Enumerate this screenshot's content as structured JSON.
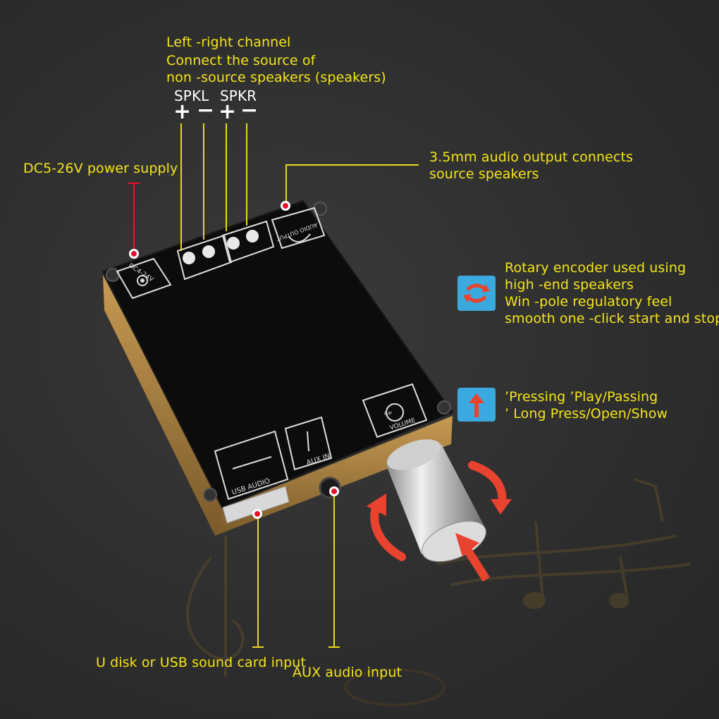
{
  "labels": {
    "speaker_lines": [
      "Left -right channel",
      "Connect the source of",
      "non -source speakers (speakers)"
    ],
    "spkl": "SPKL",
    "spkr": "SPKR",
    "plus": "+",
    "minus": "−",
    "power": "DC5-26V power supply",
    "audio_out_lines": [
      "3.5mm audio output connects",
      "source speakers"
    ],
    "encoder_lines": [
      "Rotary encoder used using",
      "high -end speakers",
      "Win -pole regulatory feel",
      "smooth one -click start and stop"
    ],
    "press_lines": [
      "’Pressing ’Play/Passing",
      "’ Long Press/Open/Show"
    ],
    "usb_input": "U disk or USB sound card input",
    "aux_input": "AUX audio input"
  },
  "board": {
    "power_jack": "DC4-24V",
    "audio_output": "AUDIO OUTPUT",
    "usb_audio": "USB AUDIO",
    "aux_in": "AUX IN",
    "volume": "VOLUME",
    "pp": "P/P"
  },
  "colors": {
    "label": "#f5e51a",
    "lead_line": "#e8d81a",
    "power_line": "#e8112d",
    "dot": "#e8112d",
    "icon_bg": "#3aa9e0",
    "arrow": "#e8432f",
    "background": "#2e2e2e"
  },
  "icons": [
    "rotate-arrows-icon",
    "press-arrow-icon",
    "music-notes-icon"
  ]
}
